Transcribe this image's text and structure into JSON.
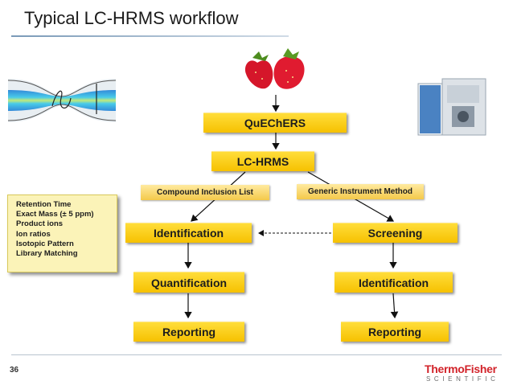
{
  "slide": {
    "title": "Typical LC-HRMS workflow",
    "page_number": "36"
  },
  "flow": {
    "quechers": "QuEChERS",
    "lchrms": "LC-HRMS",
    "compound_inclusion_list": "Compound Inclusion List",
    "generic_instrument_method": "Generic Instrument Method",
    "left_identification": "Identification",
    "left_quantification": "Quantification",
    "left_reporting": "Reporting",
    "right_screening": "Screening",
    "right_identification": "Identification",
    "right_reporting": "Reporting"
  },
  "criteria": {
    "items": [
      "Retention Time",
      "Exact Mass (± 5 ppm)",
      "Product ions",
      "Ion ratios",
      "Isotopic Pattern",
      "Library Matching"
    ]
  },
  "logo": {
    "line1": "ThermoFisher",
    "line2": "SCIENTIFIC"
  },
  "colors": {
    "box_yellow": "#f6c100",
    "sidebox_fill": "#fbf3b8",
    "logo_red": "#d2232a"
  }
}
